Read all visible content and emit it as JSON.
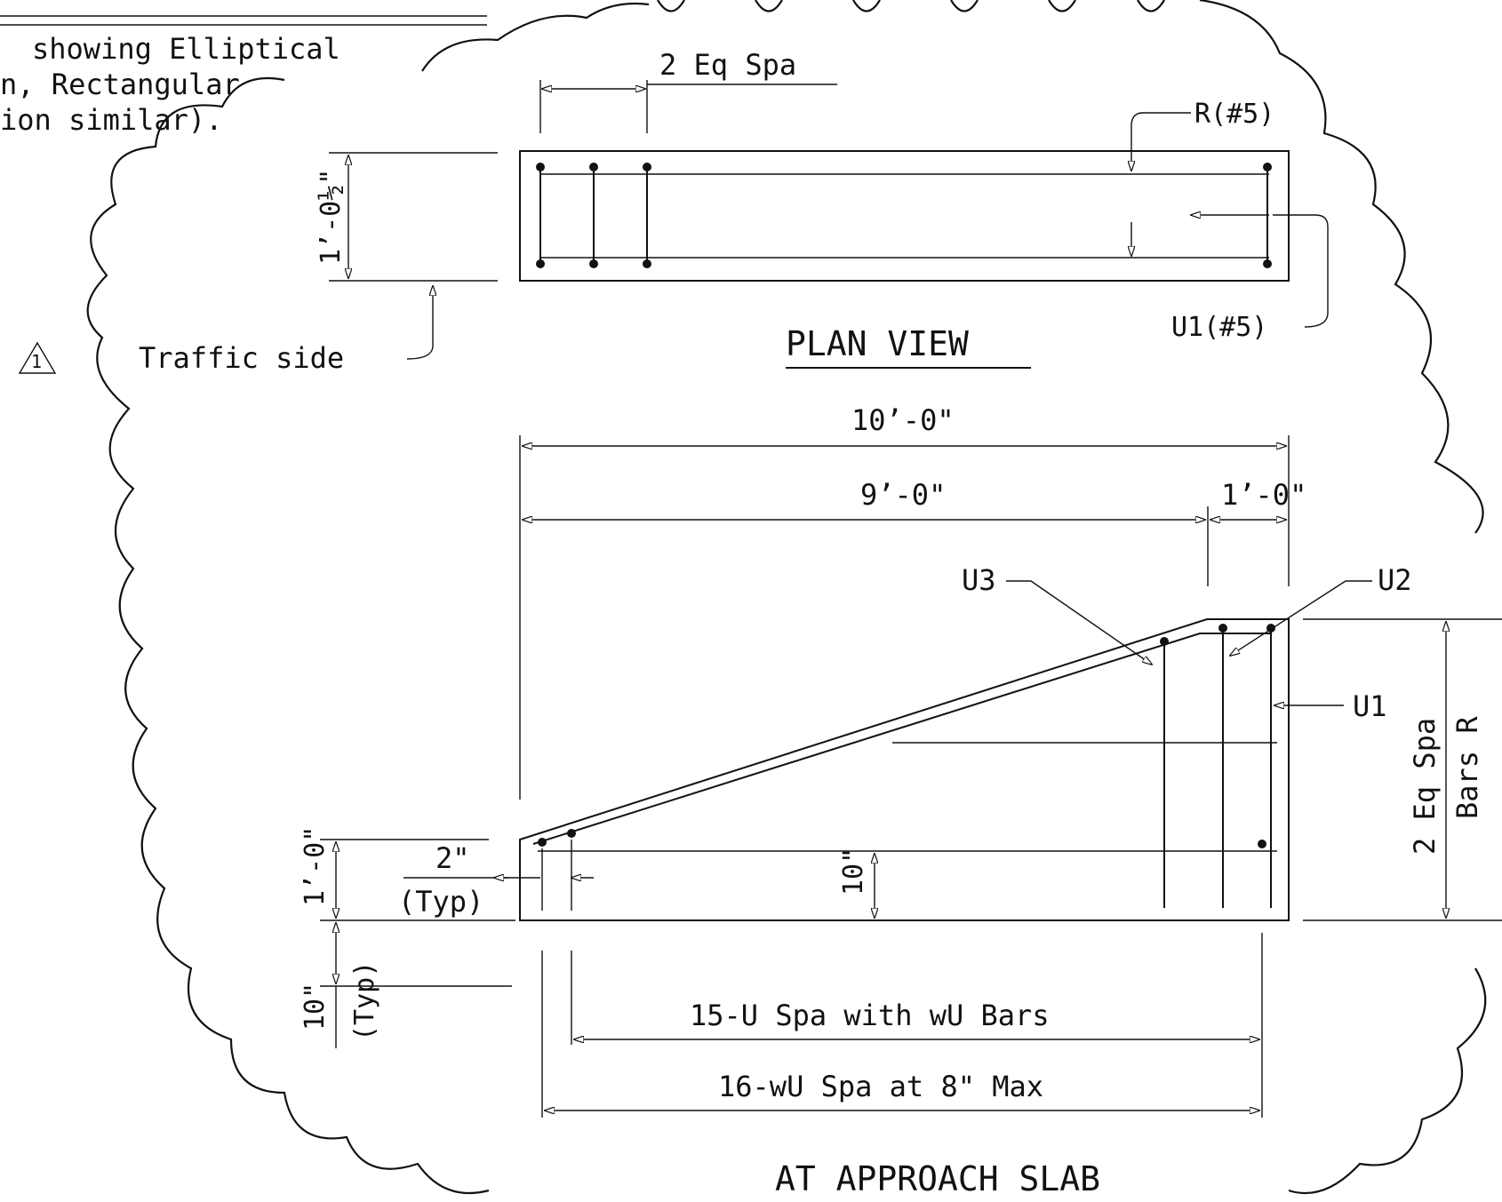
{
  "notes": {
    "line1": "showing Elliptical",
    "line2": "n,  Rectangular",
    "line3": "ion  similar)."
  },
  "revision_marker": "1",
  "plan_view": {
    "title": "PLAN  VIEW",
    "eq_spa": "2  Eq  Spa",
    "bar_r": "R(#5)",
    "bar_u1": "U1(#5)",
    "thickness": "1’-0½\"",
    "traffic_side": "Traffic  side"
  },
  "elevation": {
    "title": "AT  APPROACH  SLAB",
    "dim_total": "10’-0\"",
    "dim_9ft": "9’-0\"",
    "dim_1ft": "1’-0\"",
    "label_u3": "U3",
    "label_u2": "U2",
    "label_u1": "U1",
    "eq_spa": "2  Eq  Spa",
    "bars_r": "Bars  R",
    "dim_2in": "2\"",
    "typ_1": "(Typ)",
    "dim_1ft_left": "1’-0\"",
    "dim_10in": "10\"",
    "dim_10in_left": "10\"",
    "typ_2": "(Typ)",
    "spacing_15u": "15-U  Spa  with  wU  Bars",
    "spacing_16wu": "16-wU  Spa  at  8\"  Max"
  }
}
